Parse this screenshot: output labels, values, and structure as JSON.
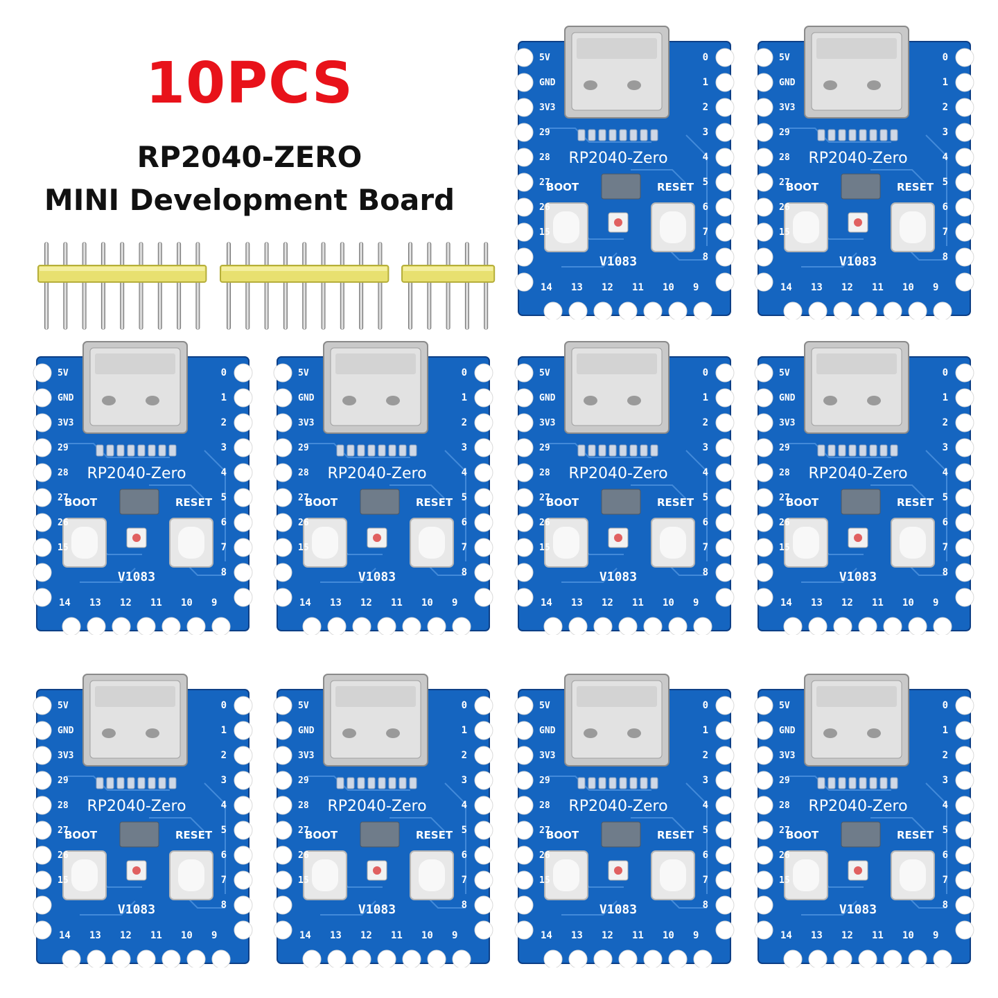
{
  "listing": {
    "quantity": "10PCS",
    "product_name": "RP2040-ZERO",
    "description": "MINI Development Board"
  },
  "board_silk": {
    "name": "RP2040-Zero",
    "boot": "BOOT",
    "reset": "RESET",
    "version": "V1083",
    "left_pins": [
      "5V",
      "GND",
      "3V3",
      "29",
      "28",
      "27",
      "26",
      "15"
    ],
    "right_pins": [
      "0",
      "1",
      "2",
      "3",
      "4",
      "5",
      "6",
      "7",
      "8"
    ],
    "bottom_pins": [
      "14",
      "13",
      "12",
      "11",
      "10",
      "9"
    ]
  },
  "colors": {
    "headline": "#e8121a",
    "text": "#111111",
    "pcb": "#1565c0",
    "header_plastic": "#e8e070",
    "pin_metal": "#b8b8b8"
  },
  "board_count": 10,
  "header_strips": [
    9,
    9,
    5
  ]
}
